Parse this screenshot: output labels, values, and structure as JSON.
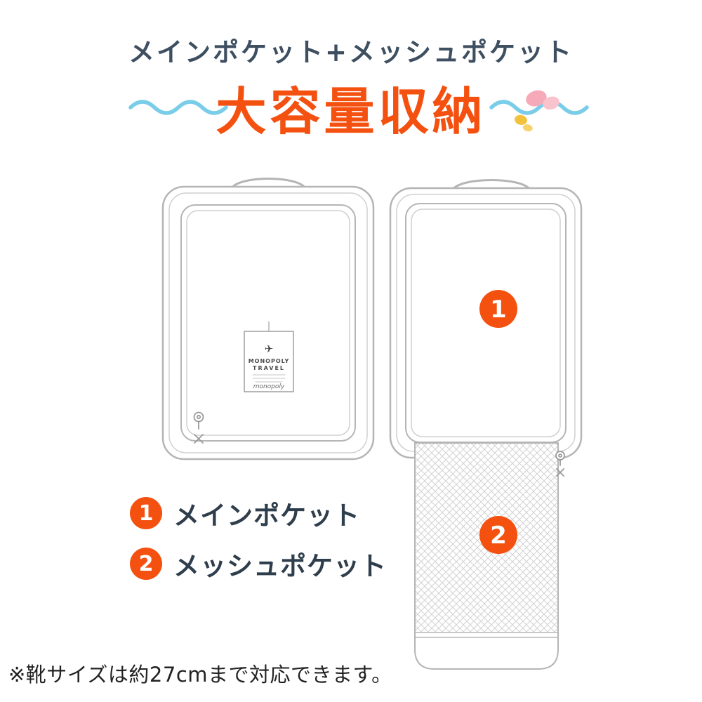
{
  "colors": {
    "accent_orange": "#f4500f",
    "title_dark": "#3d4f60",
    "text_dark": "#2f3e4c",
    "wave_blue": "#79cde8",
    "butterfly_pink": "#f6a9b8",
    "butterfly_yellow": "#f3c23c",
    "line_gray": "#b5b5b5"
  },
  "header": {
    "subtitle": "メインポケット+メッシュポケット",
    "title": "大容量収納"
  },
  "figures": {
    "front_pouch_label": {
      "airplane_icon": "✈",
      "brand_line1": "MONOPOLY",
      "brand_line2": "TRAVEL",
      "logo_script": "monopoly"
    },
    "callout_1": "1",
    "callout_2": "2"
  },
  "legend": {
    "items": [
      {
        "num": "1",
        "label": "メインポケット"
      },
      {
        "num": "2",
        "label": "メッシュポケット"
      }
    ]
  },
  "footnote": "※靴サイズは約27cmまで対応できます。"
}
